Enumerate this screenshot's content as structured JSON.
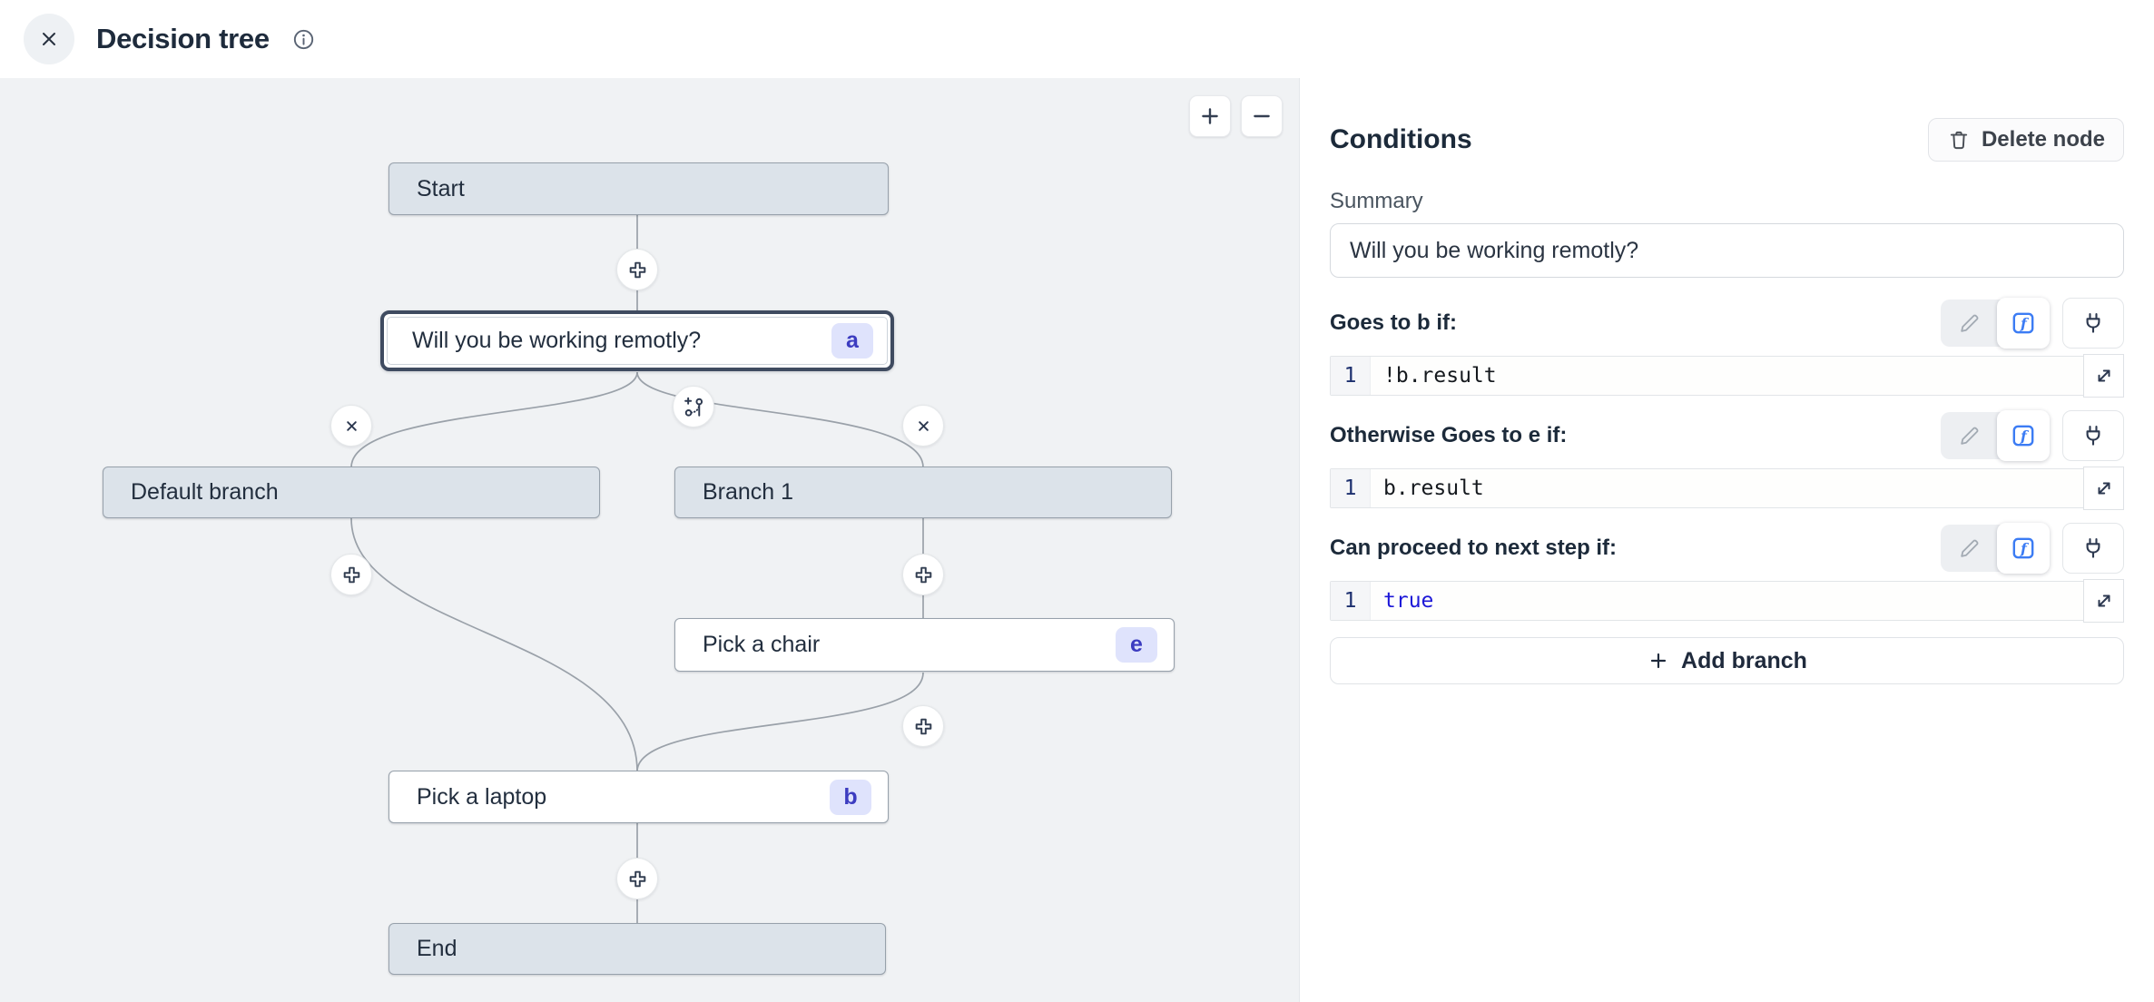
{
  "header": {
    "title": "Decision tree"
  },
  "canvas": {
    "nodes": {
      "start": {
        "label": "Start"
      },
      "question": {
        "label": "Will you be working remotly?",
        "badge": "a"
      },
      "default_branch": {
        "label": "Default branch"
      },
      "branch1": {
        "label": "Branch 1"
      },
      "chair": {
        "label": "Pick a chair",
        "badge": "e"
      },
      "laptop": {
        "label": "Pick a laptop",
        "badge": "b"
      },
      "end": {
        "label": "End"
      }
    }
  },
  "panel": {
    "title": "Conditions",
    "delete_button_label": "Delete node",
    "summary_label": "Summary",
    "summary_value": "Will you be working remotly?",
    "sections": [
      {
        "label": "Goes to b if:",
        "line_number": "1",
        "code": "!b.result"
      },
      {
        "label": "Otherwise Goes to e if:",
        "line_number": "1",
        "code": "b.result"
      },
      {
        "label": "Can proceed to next step if:",
        "line_number": "1",
        "code": "true"
      }
    ],
    "add_branch_label": "Add branch"
  },
  "colors": {
    "canvas_bg": "#f0f2f4",
    "node_gray_fill": "#dce3ea",
    "node_border": "#97a1ab",
    "selected_ring": "#3f4b60",
    "badge_bg": "#dfe3fc",
    "badge_text": "#3c3cc0",
    "edge": "#9aa1a9",
    "formula_blue": "#3c7cf4",
    "keyword_blue": "#1d18d8",
    "line_number_navy": "#1c2f6e"
  }
}
